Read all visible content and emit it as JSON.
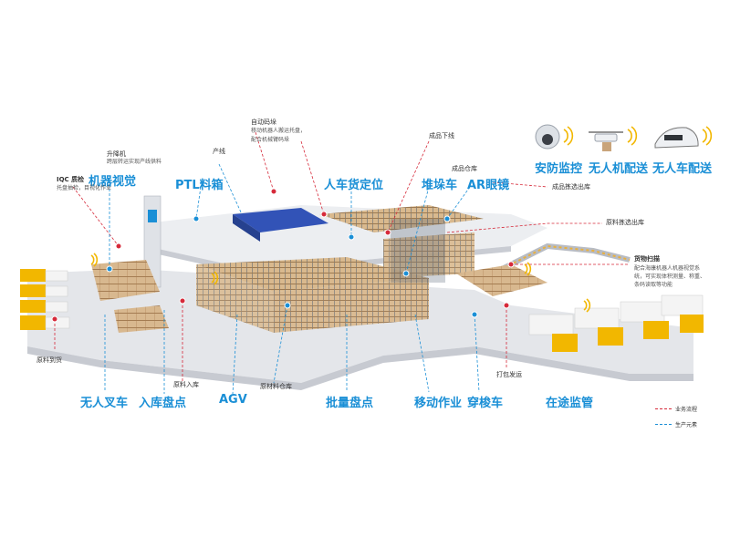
{
  "labels": {
    "jiqi_shijue": "机器视觉",
    "iqc": "IQC 质检",
    "iqc_desc": "托盘抽检，目视化作业",
    "shengjiangji": "升降机",
    "shengjiangji_desc": "跨层转运实现产线供料",
    "ptl": "PTL料箱",
    "chanxian": "产线",
    "zidong_maduo": "自动码垛",
    "zidong_maduo_desc1": "移动机器人搬运托盘，",
    "zidong_maduo_desc2": "配合机械臂码垛",
    "renche_huoding": "人车货定位",
    "chengpin_xiaxian": "成品下线",
    "chengpin_cangku": "成品仓库",
    "duiduoche": "堆垛车",
    "ar_yanjing": "AR眼镜",
    "anfang": "安防监控",
    "wurenji": "无人机配送",
    "wurenche": "无人车配送",
    "chengpin_jianxuan": "成品拣选出库",
    "yuanliao_jianxuan": "原料拣选出库",
    "huowu_saomiao": "货物扫描",
    "huowu_desc1": "配合海康机器人机器视觉系",
    "huowu_desc2": "统，可实现体积测量、称重、",
    "huowu_desc3": "条码读取等功能",
    "yuanliao_daohuo": "原料到货",
    "wuren_chache": "无人叉车",
    "ruku_pandian": "入库盘点",
    "yuanliao_ruku": "原料入库",
    "agv": "AGV",
    "yuancailiao_cangku": "原材料仓库",
    "piliang_pandian": "批量盘点",
    "yidong_zuoye": "移动作业",
    "chuansuoche": "穿梭车",
    "dabao_fayun": "打包发运",
    "zaitu_jianguan": "在途监管"
  },
  "legend": [
    {
      "label": "业务流程",
      "color": "#d62a3a"
    },
    {
      "label": "生产元素",
      "color": "#1a8fd6"
    }
  ],
  "colors": {
    "accent_blue": "#1a8fd6",
    "accent_red": "#d62a3a",
    "floor": "#e6e8ec",
    "truck_yellow": "#f2b700",
    "box": "#c8a277"
  }
}
